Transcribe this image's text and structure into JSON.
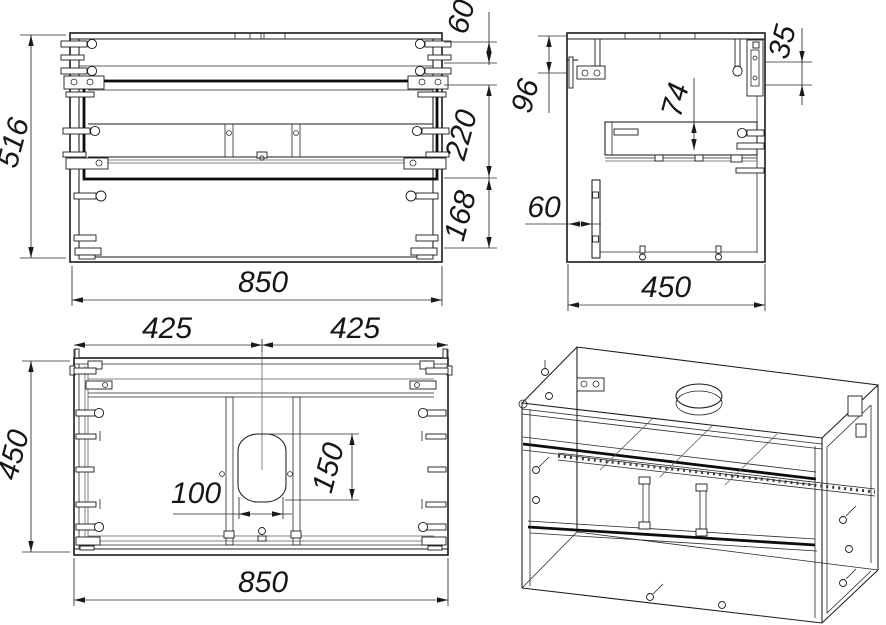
{
  "drawing": {
    "kind": "cabinet-orthographic-views",
    "dimensions": {
      "front": {
        "height": "516",
        "width": "850",
        "top_rail": "60",
        "drawer": "220",
        "bottom_panel": "168"
      },
      "side": {
        "hanger": "96",
        "plate": "35",
        "shelf": "74",
        "strip": "60",
        "depth": "450"
      },
      "top": {
        "left_half": "425",
        "right_half": "425",
        "depth": "450",
        "width": "850",
        "hole_width": "100",
        "hole_height": "150"
      }
    },
    "colors": {
      "line": "#1a1a1a",
      "dimension_line": "#2b2b2b",
      "background": "#ffffff"
    }
  }
}
